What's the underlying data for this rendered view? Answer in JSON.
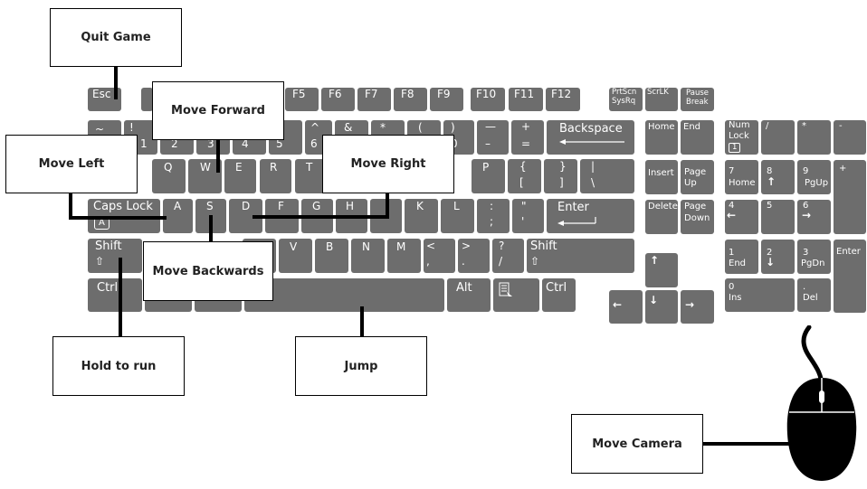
{
  "colors": {
    "key": "#6d6d6d",
    "key_text": "#ffffff",
    "label_border": "#000000",
    "mouse": "#000000"
  },
  "labels": {
    "quit": "Quit Game",
    "forward": "Move Forward",
    "left": "Move Left",
    "right": "Move Right",
    "backwards": "Move Backwards",
    "run": "Hold to run",
    "jump": "Jump",
    "camera": "Move Camera"
  },
  "keys": {
    "esc": "Esc",
    "f5": "F5",
    "f6": "F6",
    "f7": "F7",
    "f8": "F8",
    "f9": "F9",
    "f10": "F10",
    "f11": "F11",
    "f12": "F12",
    "prtscn": "PrtScn",
    "sysrq": "SysRq",
    "scrlk": "ScrLK",
    "pause": "Pause",
    "break": "Break",
    "tilde": "~",
    "excl": "!",
    "d1": "1",
    "d2": "2",
    "d3": "3",
    "d4": "4",
    "d5": "5",
    "caret": "^",
    "d6": "6",
    "amp": "&",
    "star": "*",
    "lparen": "(",
    "rparen": ")",
    "d0": "0",
    "emdash": "—",
    "dash": "–",
    "plus": "+",
    "equals": "=",
    "backspace": "Backspace",
    "q": "Q",
    "w": "W",
    "e": "E",
    "r": "R",
    "t": "T",
    "p": "P",
    "lbrace": "{",
    "lbrack": "[",
    "rbrace": "}",
    "rbrack": "]",
    "pipe": "|",
    "bslash": "\\",
    "capslock": "Caps Lock",
    "capsglyph": "A",
    "a": "A",
    "s": "S",
    "d": "D",
    "f": "F",
    "g": "G",
    "h": "H",
    "k": "K",
    "l": "L",
    "colon": ":",
    "semi": ";",
    "dquote": "\"",
    "squote": "'",
    "enter": "Enter",
    "shift": "Shift",
    "shiftglyph": "⇧",
    "v": "V",
    "b": "B",
    "n": "N",
    "m": "M",
    "lt": "<",
    "comma": ",",
    "gt": ">",
    "period": ".",
    "qmark": "?",
    "slash": "/",
    "ctrl": "Ctrl",
    "alt": "Alt",
    "home": "Home",
    "end": "End",
    "insert": "Insert",
    "pageup1": "Page",
    "pageup2": "Up",
    "delete": "Delete",
    "pagedown1": "Page",
    "pagedown2": "Down",
    "up": "↑",
    "down": "↓",
    "leftarrow": "←",
    "rightarrow": "→",
    "numlock1": "Num",
    "numlock2": "Lock",
    "numlockglyph": "1",
    "npslash": "/",
    "npstar": "*",
    "npminus": "-",
    "npplus": "+",
    "n7": "7",
    "n7sub": "Home",
    "n8": "8",
    "n9": "9",
    "n9sub": "PgUp",
    "n4": "4",
    "n5": "5",
    "n6": "6",
    "n1": "1",
    "n1sub": "End",
    "n2": "2",
    "n3": "3",
    "n3sub": "PgDn",
    "n0": "0",
    "n0sub": "Ins",
    "ndot": ".",
    "ndotsub": "Del",
    "npenter": "Enter"
  }
}
